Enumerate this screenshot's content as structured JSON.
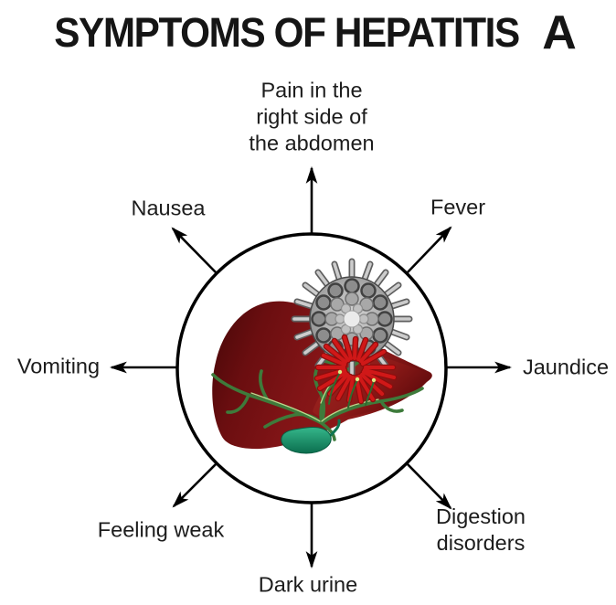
{
  "title": {
    "main": "SYMPTOMS OF HEPATITIS",
    "emphasis": "A"
  },
  "center": {
    "organ": "liver",
    "pathogen": "hepatitis A virus",
    "shape": "circle"
  },
  "symptoms": [
    {
      "label": "Pain in the\nright side of\nthe abdomen",
      "position": "top"
    },
    {
      "label": "Fever",
      "position": "top-right"
    },
    {
      "label": "Jaundice",
      "position": "right"
    },
    {
      "label": "Digestion disorders",
      "position": "bottom-right"
    },
    {
      "label": "Dark urine",
      "position": "bottom"
    },
    {
      "label": "Feeling weak",
      "position": "bottom-left"
    },
    {
      "label": "Vomiting",
      "position": "left"
    },
    {
      "label": "Nausea",
      "position": "top-left"
    }
  ],
  "colors": {
    "text": "#1c1c1c",
    "line": "#000000",
    "liver_dark": "#450708",
    "liver_mid": "#841517",
    "liver_light": "#a12823",
    "vein_green": "#3e7b3b",
    "vein_highlight": "#b9da8e",
    "gallbladder_teal": "#1ba277",
    "virus_gray": "#b3b3b3",
    "inflammation_red": "#d01818"
  }
}
